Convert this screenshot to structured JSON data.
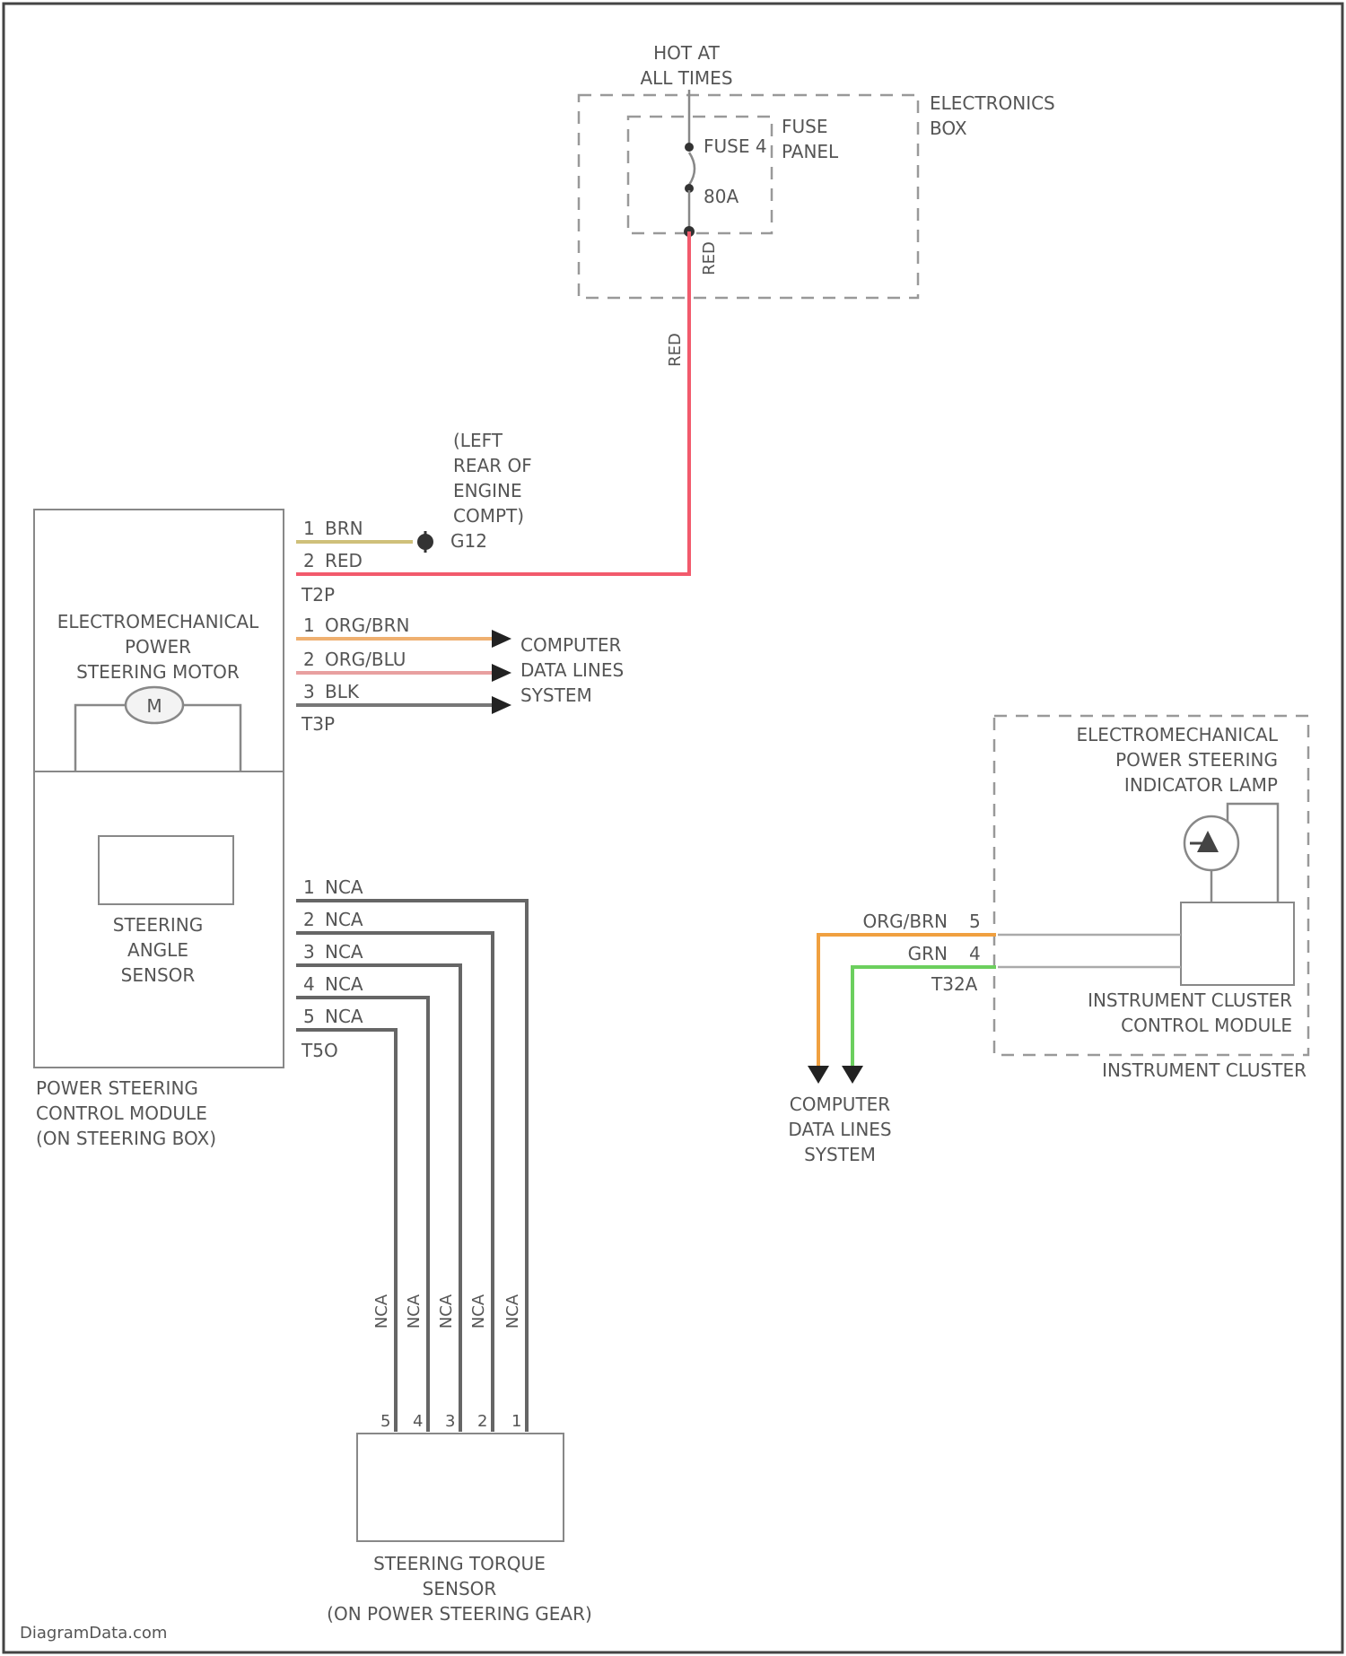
{
  "colors": {
    "red": "#f25a6c",
    "brn": "#cfc07a",
    "org_brn": "#efb070",
    "org_blu": "#e8a0a0",
    "blk": "#777777",
    "nca": "#666666",
    "grn": "#6ccf5e",
    "orange_wire": "#f0a040"
  },
  "hot_label": [
    "HOT AT",
    "ALL TIMES"
  ],
  "electronics_box": [
    "ELECTRONICS",
    "BOX"
  ],
  "fuse_panel": [
    "FUSE",
    "PANEL"
  ],
  "fuse": {
    "name": "FUSE 4",
    "rating": "80A"
  },
  "fuse_out_wire": "RED",
  "riser_wire": "RED",
  "ground_location": [
    "(LEFT",
    "REAR OF",
    "ENGINE",
    "COMPT)"
  ],
  "ground_id": "G12",
  "power_pins": [
    {
      "pin": "1",
      "color": "BRN"
    },
    {
      "pin": "2",
      "color": "RED"
    }
  ],
  "power_conn": "T2P",
  "motor_label": [
    "ELECTROMECHANICAL",
    "POWER",
    "STEERING MOTOR"
  ],
  "motor_symbol": "M",
  "data_pins": [
    {
      "pin": "1",
      "color": "ORG/BRN"
    },
    {
      "pin": "2",
      "color": "ORG/BLU"
    },
    {
      "pin": "3",
      "color": "BLK"
    }
  ],
  "data_conn": "T3P",
  "data_lines_label": [
    "COMPUTER",
    "DATA LINES",
    "SYSTEM"
  ],
  "angle_sensor_label": [
    "STEERING",
    "ANGLE",
    "SENSOR"
  ],
  "nca_pins": [
    {
      "pin": "1",
      "color": "NCA"
    },
    {
      "pin": "2",
      "color": "NCA"
    },
    {
      "pin": "3",
      "color": "NCA"
    },
    {
      "pin": "4",
      "color": "NCA"
    },
    {
      "pin": "5",
      "color": "NCA"
    }
  ],
  "nca_conn": "T5O",
  "pscm_label": [
    "POWER STEERING",
    "CONTROL MODULE",
    "(ON STEERING BOX)"
  ],
  "vertical_wire_labels": [
    "NCA",
    "NCA",
    "NCA",
    "NCA",
    "NCA"
  ],
  "torque_pins": [
    "5",
    "4",
    "3",
    "2",
    "1"
  ],
  "torque_label": [
    "STEERING TORQUE",
    "SENSOR",
    "(ON POWER STEERING GEAR)"
  ],
  "lamp_label": [
    "ELECTROMECHANICAL",
    "POWER STEERING",
    "INDICATOR LAMP"
  ],
  "cluster_pins": [
    {
      "pin": "5",
      "color": "ORG/BRN"
    },
    {
      "pin": "4",
      "color": "GRN"
    }
  ],
  "cluster_conn": "T32A",
  "cluster_module_label": [
    "INSTRUMENT CLUSTER",
    "CONTROL MODULE"
  ],
  "cluster_label": "INSTRUMENT CLUSTER",
  "cluster_data_lines": [
    "COMPUTER",
    "DATA LINES",
    "SYSTEM"
  ],
  "watermark": "DiagramData.com"
}
